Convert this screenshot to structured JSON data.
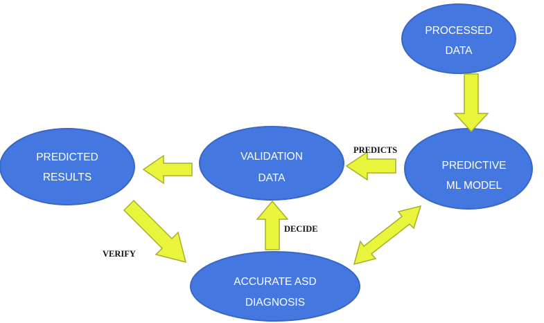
{
  "colors": {
    "node_fill": "#4478E0",
    "node_stroke": "#3A66C4",
    "arrow_fill": "#E8F53C",
    "arrow_stroke": "#A6AE2C",
    "text": "#ffffff",
    "label": "#111111"
  },
  "nodes": {
    "processed_data": {
      "line1": "PROCESSED",
      "line2": "DATA"
    },
    "predictive_model": {
      "line1": "PREDICTIVE",
      "line2": "ML MODEL"
    },
    "validation_data": {
      "line1": "VALIDATION",
      "line2": "DATA"
    },
    "predicted_results": {
      "line1": "PREDICTED",
      "line2": "RESULTS"
    },
    "accurate_diagnosis": {
      "line1": "ACCURATE ASD",
      "line2": "DIAGNOSIS"
    }
  },
  "edge_labels": {
    "predicts": "PREDICTS",
    "decide": "DECIDE",
    "verify": "VERIFY"
  }
}
